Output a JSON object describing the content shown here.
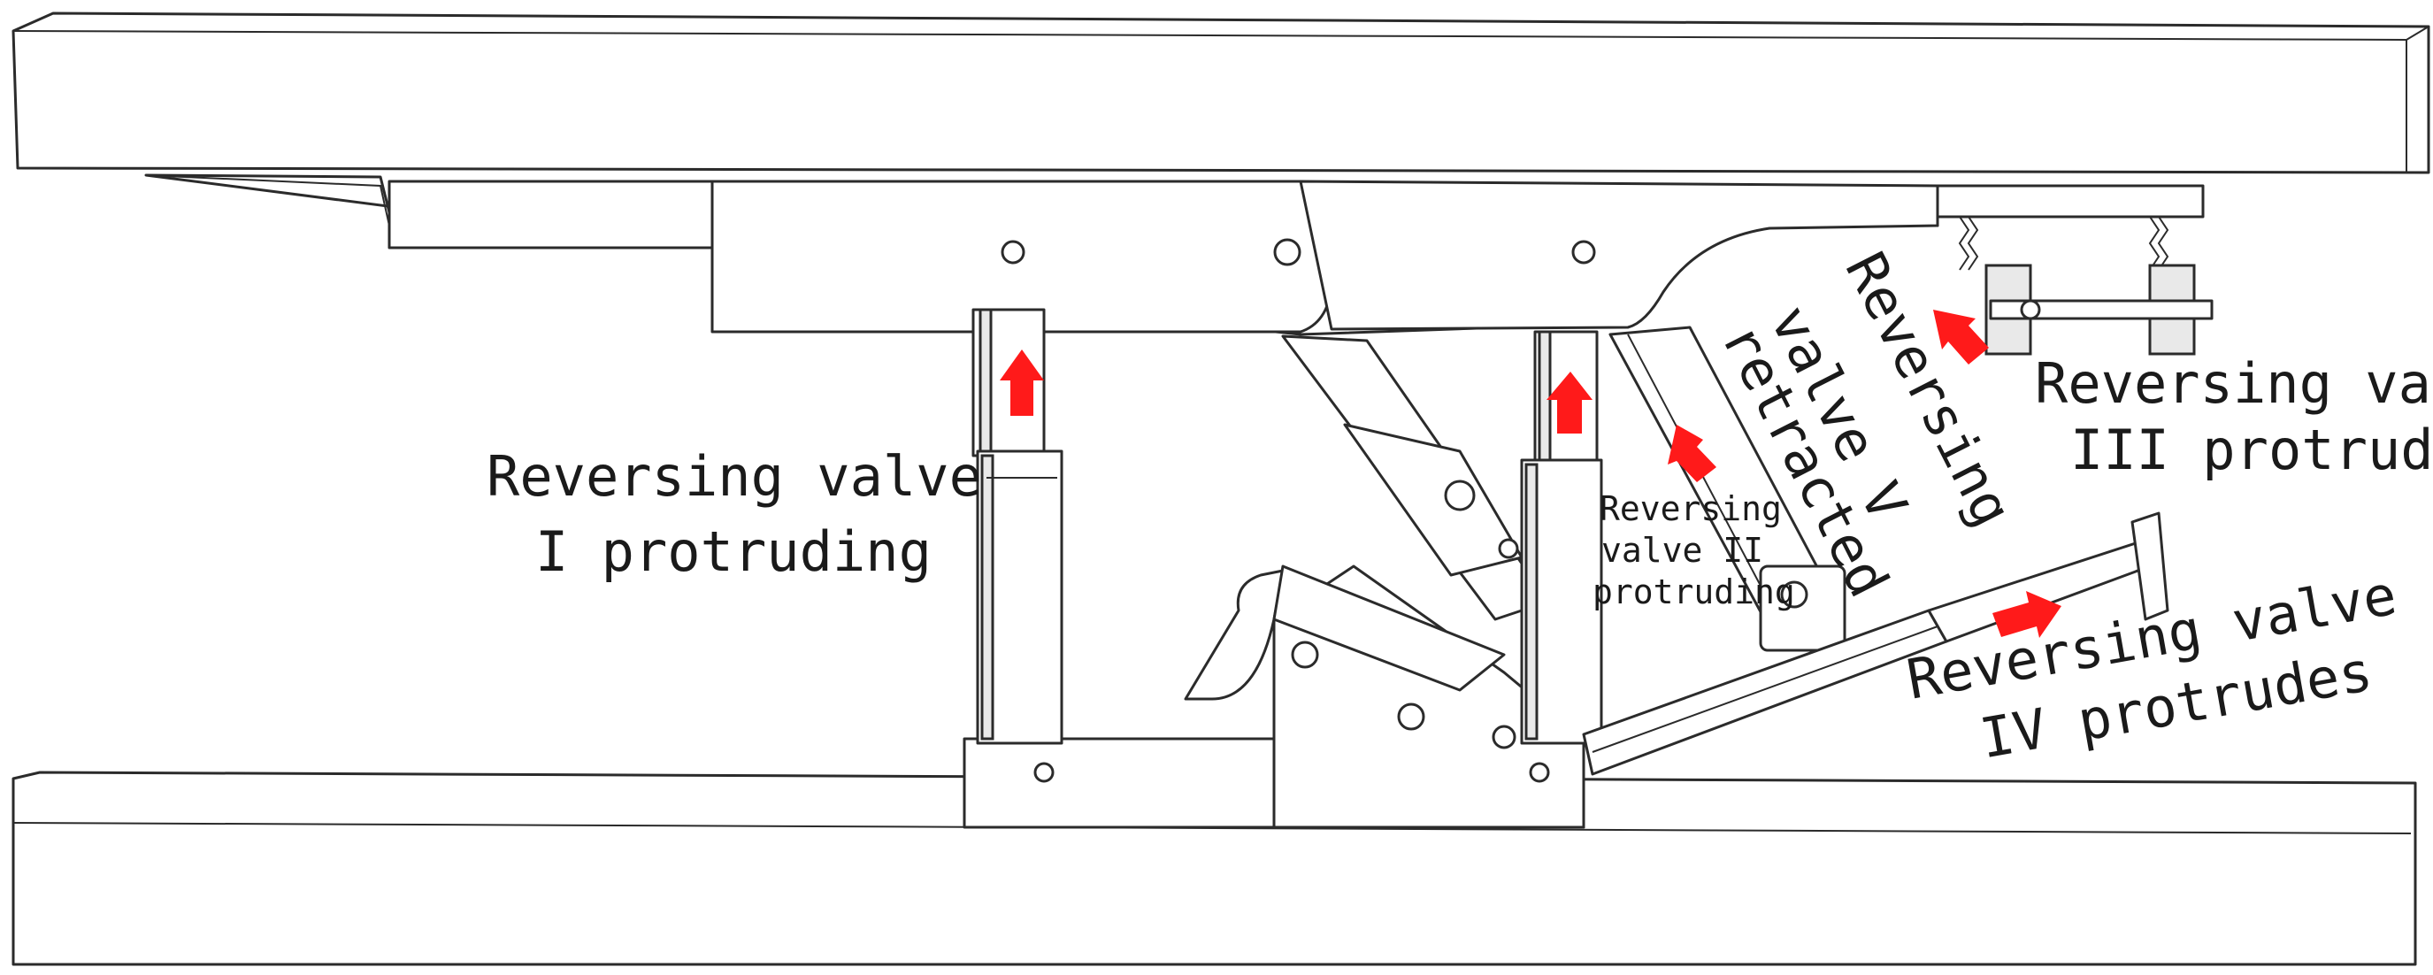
{
  "colors": {
    "line": "#2b2b2b",
    "fill": "#ffffff",
    "shade": "#e9e9e9",
    "arrow": "#ff1a1a",
    "text": "#1a1a1a"
  },
  "labels": {
    "valve_1": [
      "Reversing valve",
      "I protruding"
    ],
    "valve_2": [
      "Reversing",
      "valve II",
      "protruding"
    ],
    "valve_3": [
      "Reversing valve",
      "III protrudes"
    ],
    "valve_4": [
      "Reversing valve",
      "IV protrudes"
    ],
    "valve_5": [
      "Reversing",
      "valve V",
      "retracted"
    ]
  }
}
